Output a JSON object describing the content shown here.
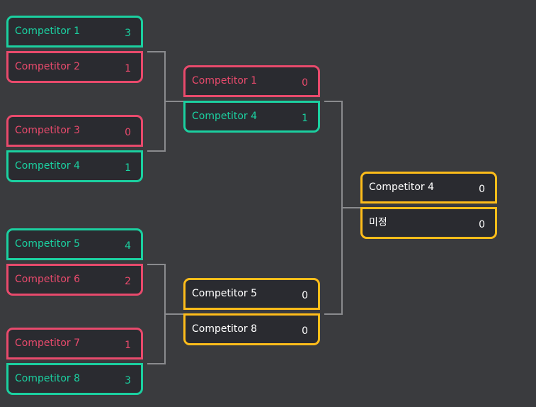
{
  "colors": {
    "background": "#3a3b3e",
    "card": "#2a2b30",
    "winner": "#1bd0a0",
    "loser": "#e84a6c",
    "pending": "#ffbd1a",
    "connector": "#8a8b8e"
  },
  "round1": [
    {
      "top": {
        "name": "Competitor 1",
        "score": "3"
      },
      "bottom": {
        "name": "Competitor 2",
        "score": "1"
      }
    },
    {
      "top": {
        "name": "Competitor 3",
        "score": "0"
      },
      "bottom": {
        "name": "Competitor 4",
        "score": "1"
      }
    },
    {
      "top": {
        "name": "Competitor 5",
        "score": "4"
      },
      "bottom": {
        "name": "Competitor 6",
        "score": "2"
      }
    },
    {
      "top": {
        "name": "Competitor 7",
        "score": "1"
      },
      "bottom": {
        "name": "Competitor 8",
        "score": "3"
      }
    }
  ],
  "round2": [
    {
      "top": {
        "name": "Competitor 1",
        "score": "0"
      },
      "bottom": {
        "name": "Competitor 4",
        "score": "1"
      }
    },
    {
      "top": {
        "name": "Competitor 5",
        "score": "0"
      },
      "bottom": {
        "name": "Competitor 8",
        "score": "0"
      }
    }
  ],
  "final": [
    {
      "top": {
        "name": "Competitor 4",
        "score": "0"
      },
      "bottom": {
        "name": "미정",
        "score": "0"
      }
    }
  ]
}
